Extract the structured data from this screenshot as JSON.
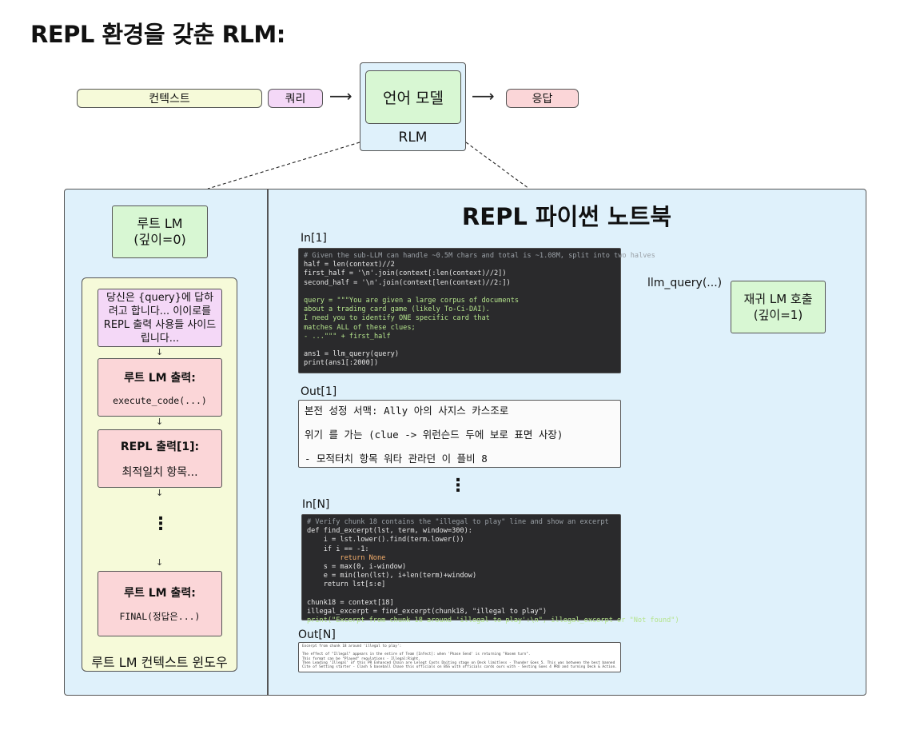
{
  "title": "REPL 환경을 갖춘 RLM:",
  "top_flow": {
    "context": "컨텍스트",
    "query": "쿼리",
    "model": "언어 모델",
    "rlm": "RLM",
    "response": "응답",
    "arrow": "⟶"
  },
  "root_lm": {
    "label": "루트 LM\n(깊이=0)",
    "prompt": "당신은 {query}에 답하려고 합니다... 이이로를 REPL 출력 사용들 사이드립니다...",
    "output1_head": "루트 LM 출력:",
    "output1_code": "execute_code(...)",
    "repl_head": "REPL 출력[1]:",
    "repl_body": "최적일치 항목...",
    "final_head": "루트 LM 출력:",
    "final_code": "FINAL(정답은...)",
    "window_label": "루트 LM 컨텍스트 윈도우",
    "down_arrow": "↓",
    "dots": "⋮"
  },
  "notebook": {
    "title": "REPL 파이썬 노트북",
    "in1_label": "In[1]",
    "out1_label": "Out[1]",
    "inN_label": "In[N]",
    "outN_label": "Out[N]",
    "dots": "⋮",
    "in1_code": [
      {
        "t": "# Given the sub-LLM can handle ~0.5M chars and total is ~1.08M, split into two halves",
        "c": "c"
      },
      {
        "t": "half = len(context)//2",
        "c": ""
      },
      {
        "t": "first_half = '\\n'.join(context[:len(context)//2])",
        "c": ""
      },
      {
        "t": "second_half = '\\n'.join(context[len(context)//2:])",
        "c": ""
      },
      {
        "t": "",
        "c": ""
      },
      {
        "t": "query = \"\"\"You are given a large corpus of documents",
        "c": "s"
      },
      {
        "t": "about a trading card game (likely To-Ci-DAI).",
        "c": "s"
      },
      {
        "t": "I need you to identify ONE specific card that",
        "c": "s"
      },
      {
        "t": "matches ALL of these clues;",
        "c": "s"
      },
      {
        "t": "- ...\"\"\" + first_half",
        "c": "s"
      },
      {
        "t": "",
        "c": ""
      },
      {
        "t": "ans1 = llm_query(query)",
        "c": ""
      },
      {
        "t": "print(ans1[:2000])",
        "c": ""
      }
    ],
    "out1_lines": [
      "본전 성정 서맥: Ally 아의 사지스 카스조로",
      "위기 를 가는 (clue -> 위런슨드 두에 보로 표면 사장)",
      "- 모적터치 항목 워타 관라던 이 플비 8"
    ],
    "inN_code": [
      {
        "t": "# Verify chunk 18 contains the \"illegal to play\" line and show an excerpt",
        "c": "c"
      },
      {
        "t": "def find_excerpt(lst, term, window=300):",
        "c": ""
      },
      {
        "t": "    i = lst.lower().find(term.lower())",
        "c": ""
      },
      {
        "t": "    if i == -1:",
        "c": ""
      },
      {
        "t": "        return None",
        "c": "k"
      },
      {
        "t": "    s = max(0, i-window)",
        "c": ""
      },
      {
        "t": "    e = min(len(lst), i+len(term)+window)",
        "c": ""
      },
      {
        "t": "    return lst[s:e]",
        "c": ""
      },
      {
        "t": "",
        "c": ""
      },
      {
        "t": "chunk18 = context[18]",
        "c": ""
      },
      {
        "t": "illegal_excerpt = find_excerpt(chunk18, \"illegal to play\")",
        "c": ""
      },
      {
        "t": "print(\"Excerpt from chunk 18 around 'illegal to play':\\n\", illegal_excerpt or \"Not found\")",
        "c": "s"
      }
    ],
    "outN_lines": [
      "Excerpt from chunk 18 around 'illegal to play':",
      "",
      "The effect of \"Illegal\" appears in the entire of Team [Infect]: when 'Phase Send' is returning \"Hasem turn\".",
      "This format can be \"Played\" regulations - Illegal:Right.",
      "Then Leading 'Illegal' of this PR Enhanced Chain are Lelegt Casts Daiting stage on Deck limitless - Thunder Goes 5. This was between the best banned",
      "Cite of Setting starter - Clash S baseball Chase this officials on BSS with officials cards ours with - Sesting Goes 4 PRO and turning Deck & Action."
    ]
  },
  "recursive": {
    "call_label": "llm_query(...)",
    "box": "재귀 LM 호출\n(깊이=1)"
  }
}
